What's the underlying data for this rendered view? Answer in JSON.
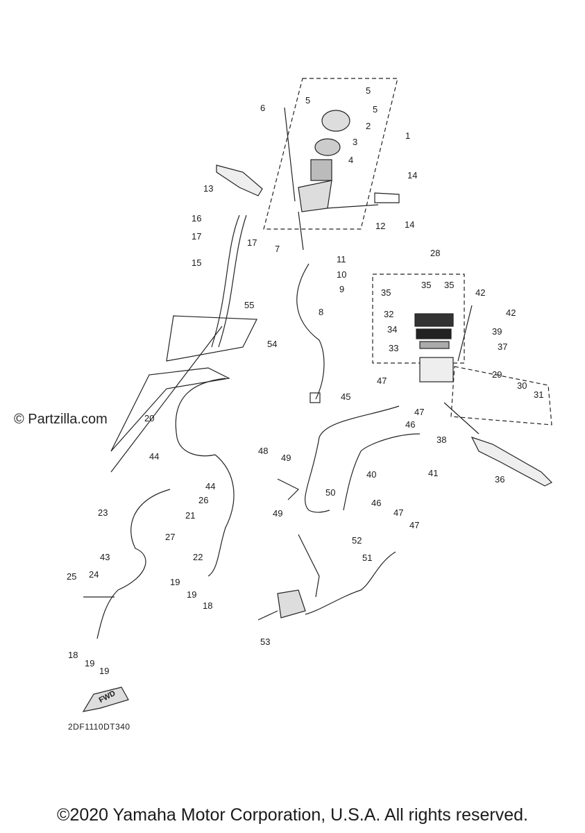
{
  "watermark": "© Partzilla.com",
  "diagram_code": "2DF1110DT340",
  "copyright": "©2020 Yamaha Motor Corporation, U.S.A. All rights reserved.",
  "fwd_label": "FWD",
  "callouts": [
    "1",
    "2",
    "3",
    "4",
    "5",
    "5",
    "5",
    "5",
    "6",
    "7",
    "8",
    "9",
    "10",
    "11",
    "12",
    "13",
    "14",
    "14",
    "15",
    "16",
    "17",
    "17",
    "18",
    "18",
    "19",
    "19",
    "19",
    "19",
    "20",
    "21",
    "22",
    "23",
    "24",
    "25",
    "26",
    "27",
    "28",
    "29",
    "30",
    "31",
    "32",
    "33",
    "34",
    "35",
    "35",
    "35",
    "36",
    "37",
    "38",
    "39",
    "40",
    "41",
    "42",
    "42",
    "43",
    "44",
    "44",
    "45",
    "46",
    "46",
    "47",
    "47",
    "47",
    "47",
    "48",
    "49",
    "49",
    "50",
    "51",
    "52",
    "53",
    "54",
    "55"
  ]
}
